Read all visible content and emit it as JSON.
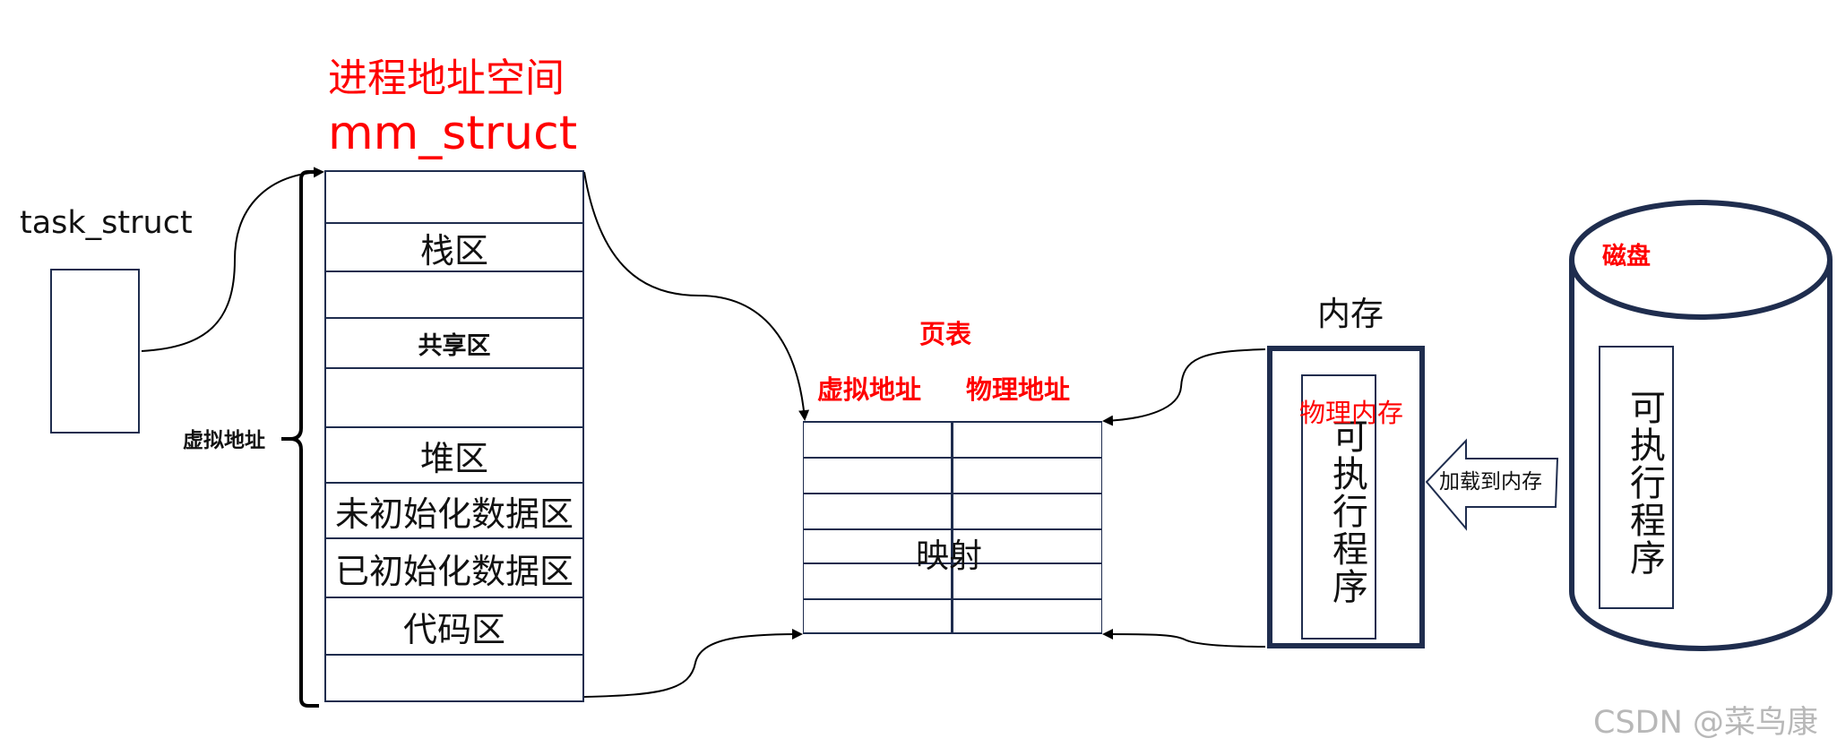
{
  "mm_struct": {
    "title": "进程地址空间",
    "subtitle": "mm_struct",
    "segments": [
      "",
      "栈区",
      "",
      "共享区",
      "",
      "堆区",
      "未初始化数据区",
      "已初始化数据区",
      "代码区",
      ""
    ]
  },
  "task_struct": {
    "label": "task_struct"
  },
  "virtual_address_label": "虚拟地址",
  "page_table": {
    "title": "页表",
    "col_virtual": "虚拟地址",
    "col_physical": "物理地址",
    "mapping": "映射"
  },
  "memory": {
    "title": "内存",
    "physical": "物理内存",
    "program": "可执行程序"
  },
  "disk": {
    "label": "磁盘",
    "program": "可执行程序"
  },
  "load_arrow": {
    "label": "加载到内存"
  },
  "watermark": "CSDN @菜鸟康",
  "colors": {
    "accent_red": "#ff0000",
    "line_navy": "#1f2d4e"
  }
}
